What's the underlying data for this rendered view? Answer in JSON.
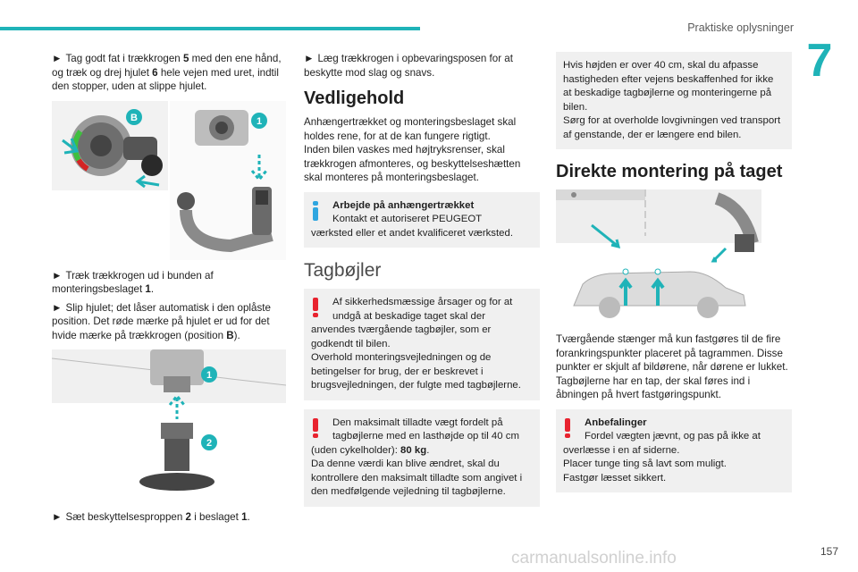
{
  "header": {
    "title": "Praktiske oplysninger",
    "chapter": "7"
  },
  "footer": {
    "page_number": "157",
    "watermark": "carmanualsonline.info"
  },
  "col1": {
    "p1_pre": "Tag godt fat i trækkrogen ",
    "p1_b1": "5",
    "p1_mid": " med den ene hånd, og træk og drej hjulet ",
    "p1_b2": "6",
    "p1_post": " hele vejen med uret, indtil den stopper, uden at slippe hjulet.",
    "fig1": {
      "label_b": "B",
      "label_1": "1"
    },
    "p2_pre": "Træk trækkrogen ud i bunden af monteringsbeslaget ",
    "p2_b": "1",
    "p2_post": ".",
    "p3_pre": "Slip hjulet; det låser automatisk i den oplåste position. Det røde mærke på hjulet er ud for det hvide mærke på trækkrogen (position ",
    "p3_b": "B",
    "p3_post": ").",
    "fig2": {
      "label_1": "1",
      "label_2": "2"
    },
    "p4_pre": "Sæt beskyttelsesproppen ",
    "p4_b1": "2",
    "p4_mid": " i beslaget ",
    "p4_b2": "1",
    "p4_post": ".",
    "bullet": "►"
  },
  "col2": {
    "p1": "Læg trækkrogen i opbevaringsposen for at beskytte mod slag og snavs.",
    "h_maint": "Vedligehold",
    "p2": "Anhængertrækket og monteringsbeslaget skal holdes rene, for at de kan fungere rigtigt.",
    "p3": "Inden bilen vaskes med højtryksrenser, skal trækkrogen afmonteres, og beskyttelseshætten skal monteres på monteringsbeslaget.",
    "info_title": "Arbejde på anhængertrækket",
    "info_l1": "Kontakt et autoriseret PEUGEOT",
    "info_l2": "værksted eller et andet kvalificeret værksted.",
    "h_bars": "Tagbøjler",
    "w1_l1": "Af sikkerhedsmæssige årsager og for at",
    "w1_l2": "undgå at beskadige taget skal der",
    "w1_rest": "anvendes tværgående tagbøjler, som er godkendt til bilen.",
    "w1_p2": "Overhold monteringsvejledningen og de betingelser for brug, der er beskrevet i brugsvejledningen, der fulgte med tagbøjlerne.",
    "w2_l1": "Den maksimalt tilladte vægt fordelt på",
    "w2_l2": "tagbøjlerne med en lasthøjde op til 40 cm",
    "w2_l3_pre": "(uden cykelholder): ",
    "w2_l3_b": "80 kg",
    "w2_l3_post": ".",
    "w2_p2": "Da denne værdi kan blive ændret, skal du kontrollere den maksimalt tilladte som angivet i den medfølgende vejledning til tagbøjlerne.",
    "bullet": "►"
  },
  "col3": {
    "box_p1": "Hvis højden er over 40 cm, skal du afpasse hastigheden efter vejens beskaffenhed for ikke at beskadige tagbøjlerne og monteringerne på bilen.",
    "box_p2": "Sørg for at overholde lovgivningen ved transport af genstande, der er længere end bilen.",
    "h_direct": "Direkte montering på taget",
    "p1": "Tværgående stænger må kun fastgøres til de fire forankringspunkter placeret på tagrammen. Disse punkter er skjult af bildørene, når dørene er lukket.",
    "p2": "Tagbøjlerne har en tap, der skal føres ind i åbningen på hvert fastgøringspunkt.",
    "rec_title": "Anbefalinger",
    "rec_l1": "Fordel vægten jævnt, og pas på ikke at",
    "rec_rest": "overlæsse i en af siderne.",
    "rec_p2": "Placer tunge ting så lavt som muligt.",
    "rec_p3": "Fastgør læsset sikkert."
  },
  "colors": {
    "accent": "#1fb3b8",
    "warning": "#e8232f",
    "info": "#2fa6e0"
  }
}
